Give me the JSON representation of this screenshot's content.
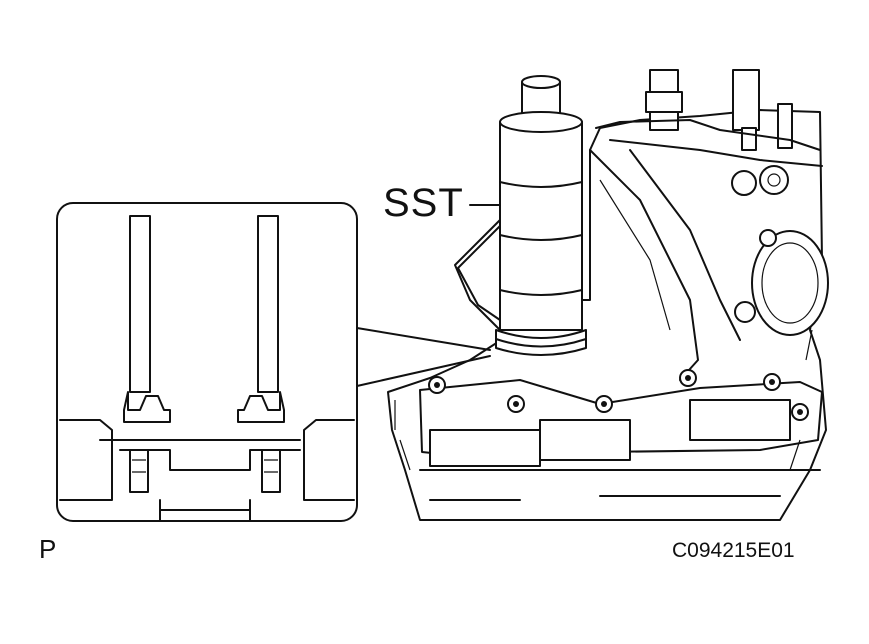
{
  "figure": {
    "labels": {
      "tool": "SST",
      "view_code": "P",
      "figure_id": "C094215E01"
    },
    "colors": {
      "line": "#111111",
      "background": "#ffffff"
    }
  }
}
